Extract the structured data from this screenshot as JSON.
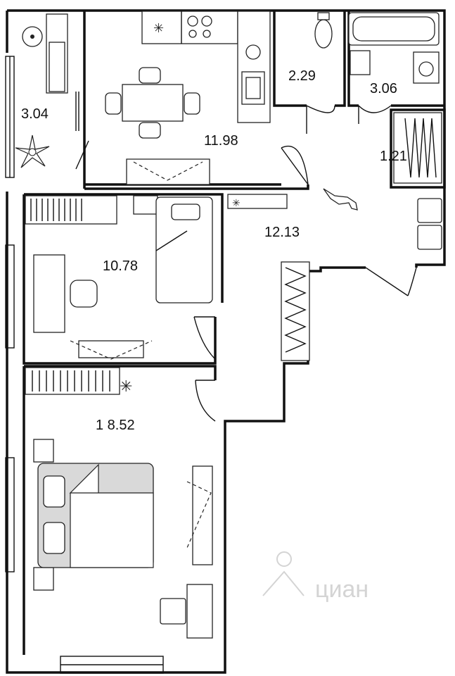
{
  "rooms": {
    "balcony": {
      "area": "3.04"
    },
    "kitchen": {
      "area": "11.98"
    },
    "toilet": {
      "area": "2.29"
    },
    "bathroom": {
      "area": "3.06"
    },
    "closet": {
      "area": "1.21"
    },
    "hall": {
      "area": "12.13"
    },
    "bedroom_small": {
      "area": "10.78"
    },
    "bedroom_main": {
      "area": "1 8.52"
    }
  },
  "watermark": {
    "text": "циан"
  },
  "colors": {
    "wall": "#111111",
    "bed_shade": "#d9d9d9",
    "background": "#ffffff",
    "watermark": "#d4d4d4"
  }
}
